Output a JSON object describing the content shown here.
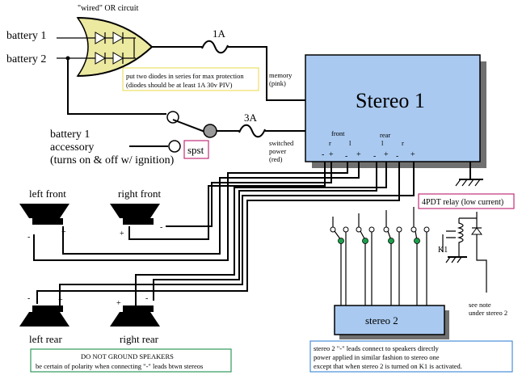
{
  "labels": {
    "battery1": "battery 1",
    "battery2": "battery 2",
    "or_circuit": "\"wired\" OR circuit",
    "fuse1": "1A",
    "fuse2": "3A",
    "diode_note_line1": "put two diodes in series for max protection",
    "diode_note_line2": "(diodes should be at least 1A 30v PIV)",
    "memory_line1": "memory",
    "memory_line2": "(pink)",
    "stereo1": "Stereo 1",
    "front": "front",
    "rear": "rear",
    "front_r": "r",
    "front_l": "l",
    "rear_l": "l",
    "rear_r": "r",
    "switched_line1": "switched",
    "switched_line2": "power",
    "switched_line3": "(red)",
    "acc_line1": "battery 1",
    "acc_line2": "accessory",
    "acc_line3": "(turns on & off w/ ignition)",
    "spst": "spst",
    "relay": "4PDT relay (low current)",
    "k1": "K1",
    "see_note_line1": "see note",
    "see_note_line2": "under stereo 2",
    "left_front": "left front",
    "right_front": "right front",
    "left_rear": "left rear",
    "right_rear": "right rear",
    "stereo2": "stereo 2",
    "plus": "+",
    "minus": "-",
    "ground_line1": "DO NOT GROUND SPEAKERS",
    "ground_line2": "be certain of polarity when connecting \"-\" leads btwn stereos",
    "note_line1": "stereo 2 \"-\" leads connect to speakers directly",
    "note_line2": "power applied in similar fashion to stereo one",
    "note_line3": "except that when stereo 2 is turned on K1 is activated."
  },
  "colors": {
    "stereo_fill": "#a9c9f0",
    "or_gate_fill": "#ece9a0",
    "diode_note_border": "#e8d84a",
    "pink_border": "#c0307a",
    "green_border": "#2f9a5a",
    "blue_border": "#4a8fd8",
    "relay_contact": "#1aa04a",
    "speaker_fill": "#000000"
  }
}
